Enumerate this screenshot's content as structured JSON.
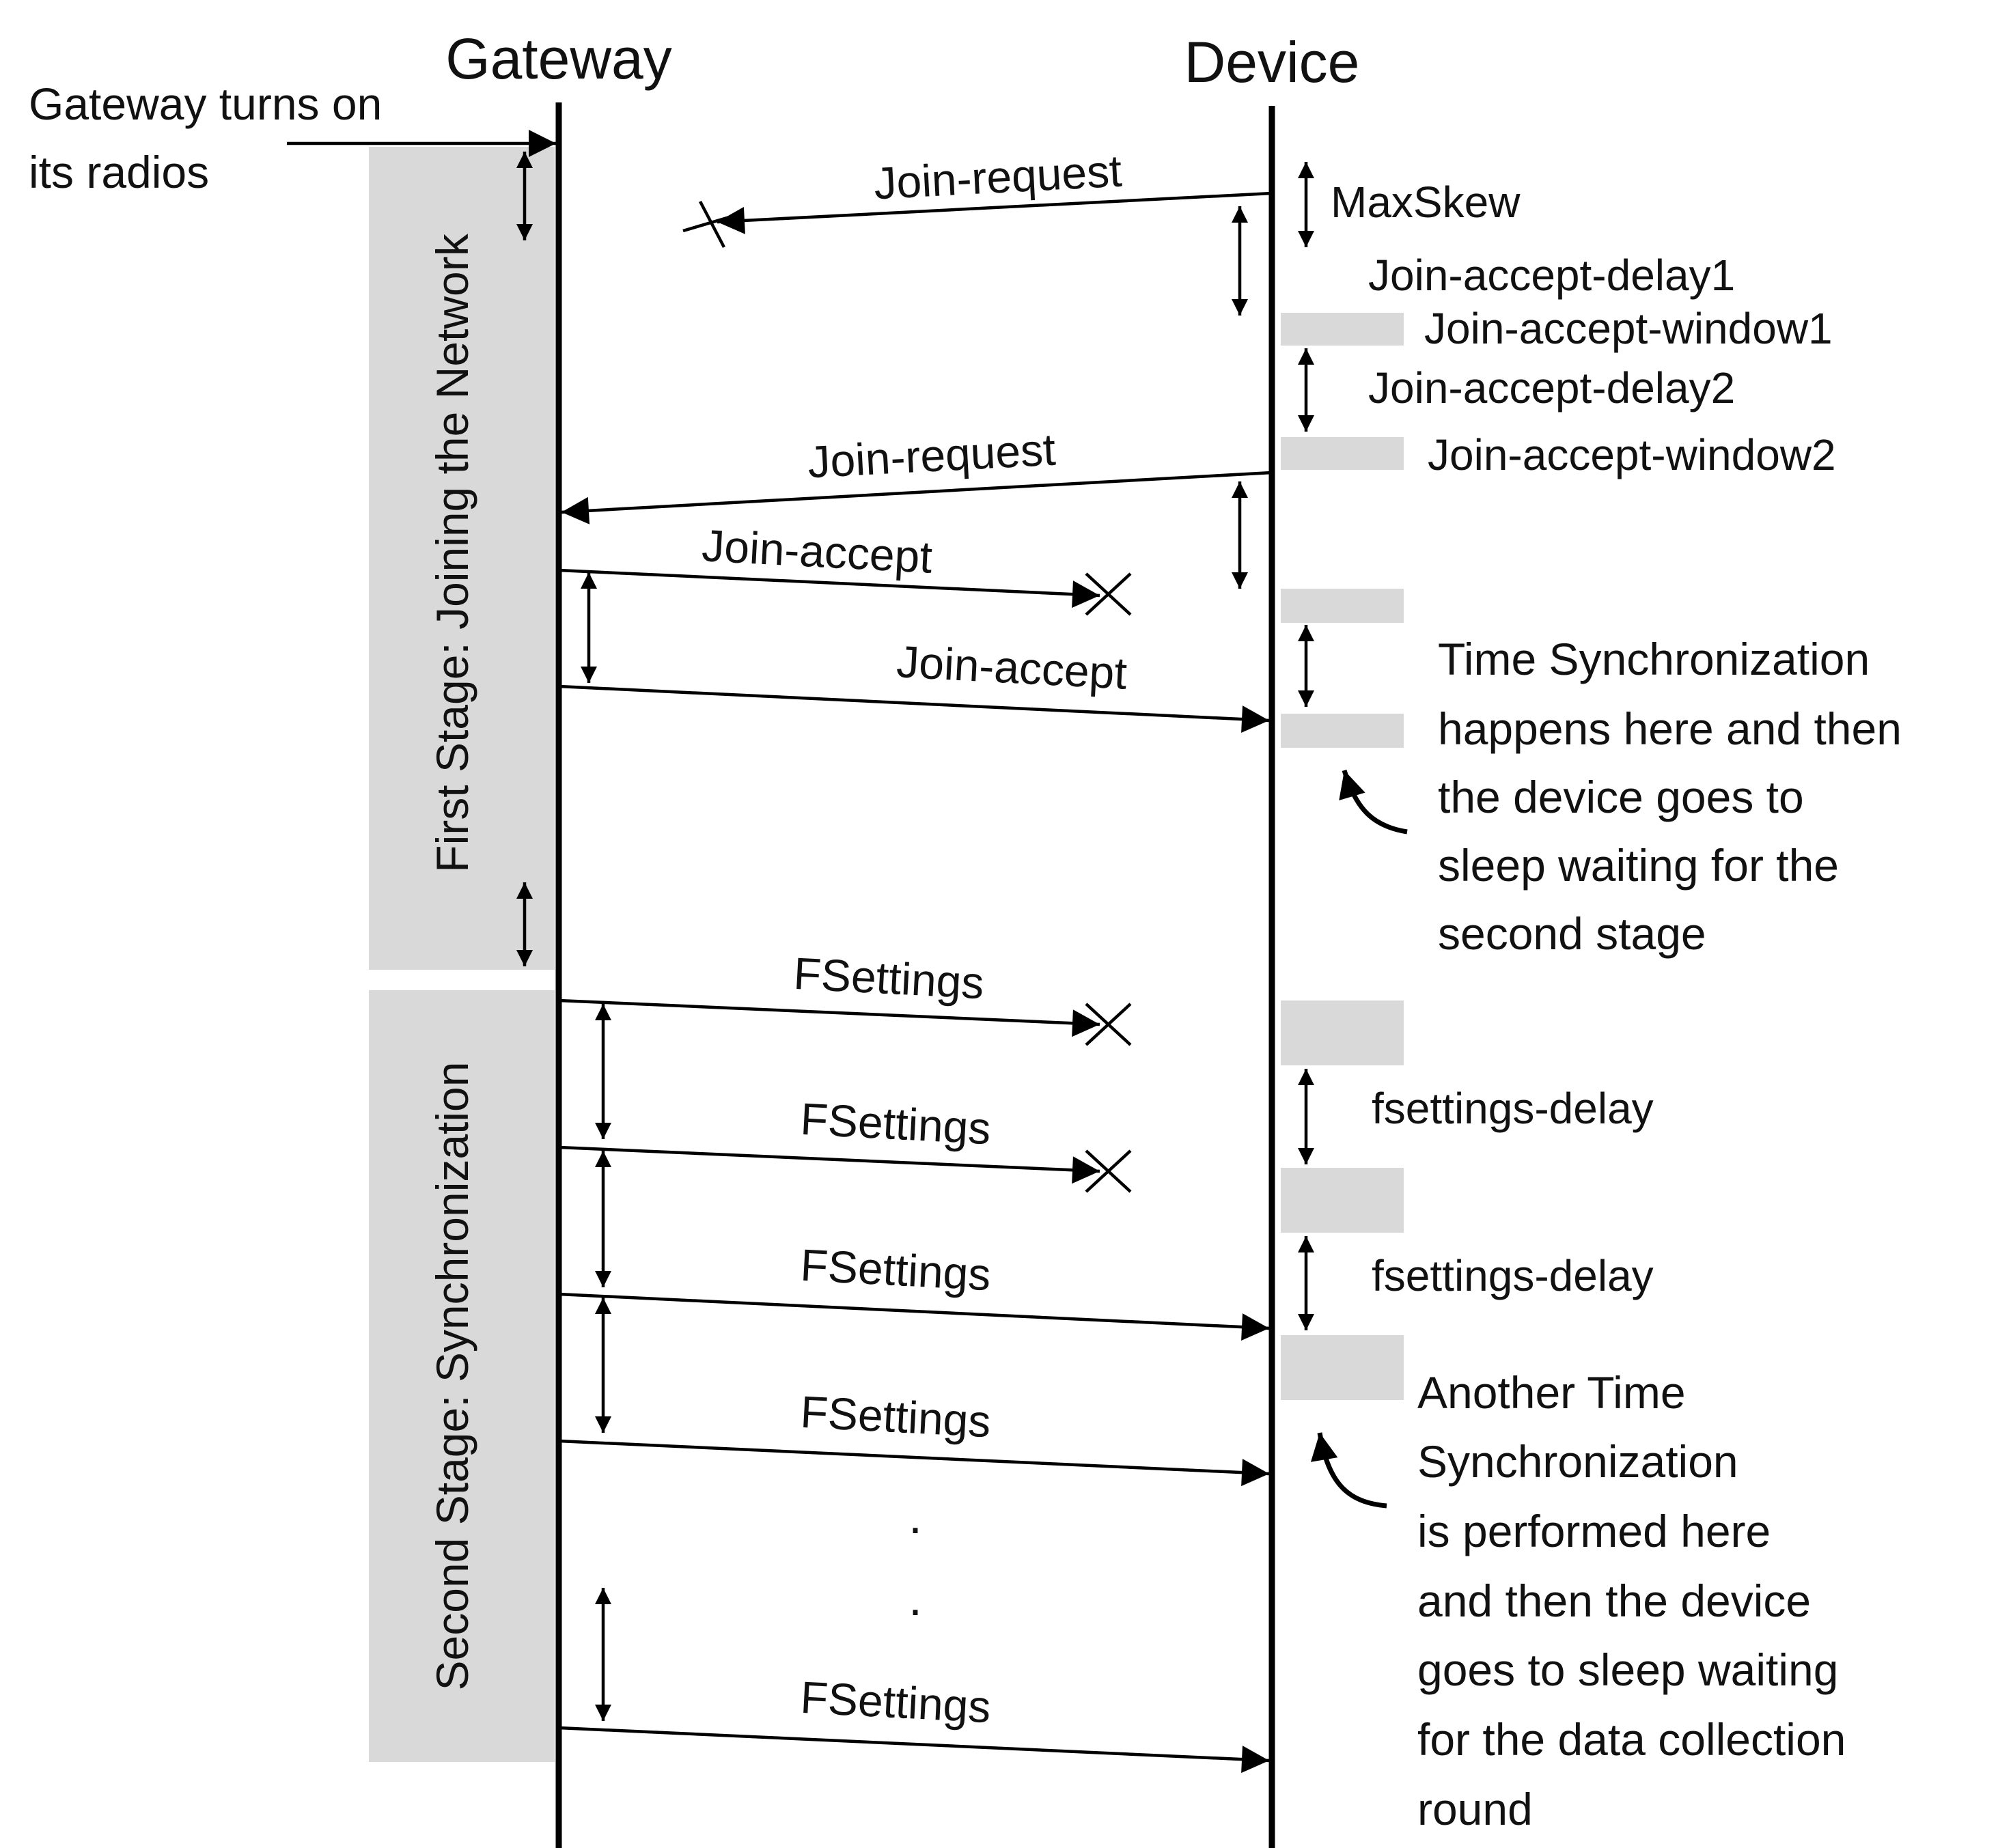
{
  "lifelines": {
    "gateway": "Gateway",
    "device": "Device"
  },
  "intro_note": {
    "line1": "Gateway turns on",
    "line2": "its radios"
  },
  "stages": {
    "first": "First Stage: Joining the Network",
    "second": "Second Stage: Synchronization"
  },
  "messages": {
    "join_request_1": "Join-request",
    "join_request_2": "Join-request",
    "join_accept_1": "Join-accept",
    "join_accept_2": "Join-accept",
    "fsettings_1": "FSettings",
    "fsettings_2": "FSettings",
    "fsettings_3": "FSettings",
    "fsettings_4": "FSettings",
    "fsettings_5": "FSettings"
  },
  "timing_labels": {
    "max_skew": "MaxSkew",
    "join_accept_delay1": "Join-accept-delay1",
    "join_accept_window1": "Join-accept-window1",
    "join_accept_delay2": "Join-accept-delay2",
    "join_accept_window2": "Join-accept-window2",
    "fsettings_delay_1": "fsettings-delay",
    "fsettings_delay_2": "fsettings-delay"
  },
  "ellipsis": {
    "dot1": ".",
    "dot2": "."
  },
  "notes": {
    "sync1": [
      "Time Synchronization",
      "happens here and then",
      "the device goes to",
      "sleep waiting for the",
      "second stage"
    ],
    "sync2": [
      "Another Time",
      "Synchronization",
      "is performed here",
      "and then the device",
      "goes to sleep waiting",
      "for the data collection",
      "round"
    ]
  },
  "colors": {
    "band": "#d9d9d9",
    "line": "#000000"
  }
}
